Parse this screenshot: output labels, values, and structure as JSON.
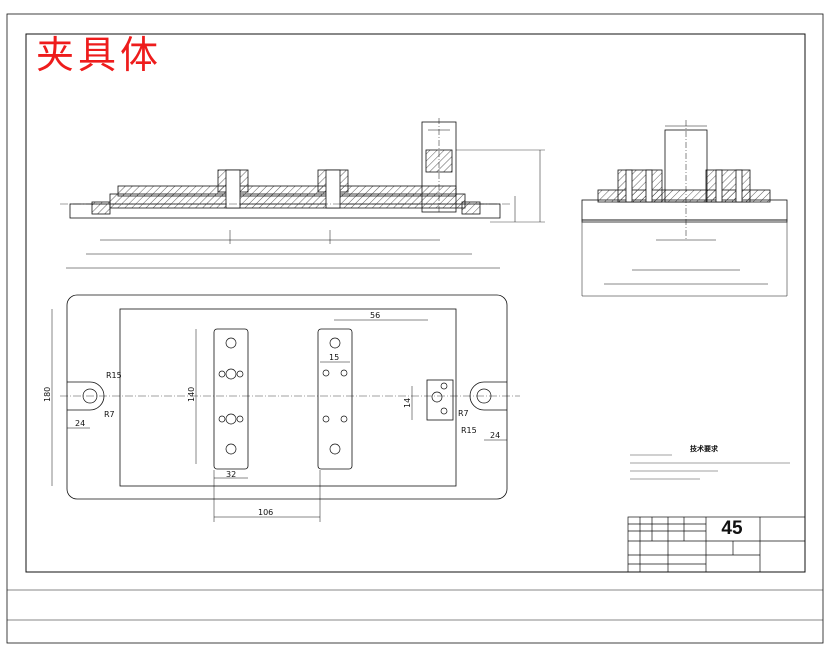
{
  "drawing": {
    "title": "夹具体",
    "material": "45",
    "tech_requirements_title": "技术要求",
    "colors": {
      "title": "#ee1c1c",
      "lines": "#111111",
      "hatch": "#333333"
    },
    "dimensions": {
      "plan_56": "56",
      "plan_15": "15",
      "plan_14": "14",
      "plan_32": "32",
      "plan_106": "106",
      "plan_180": "180",
      "plan_140": "140",
      "plan_24_left": "24",
      "plan_24_right": "24",
      "plan_r15_left": "R15",
      "plan_r7_left": "R7",
      "plan_r15_right": "R15",
      "plan_r7_right": "R7"
    }
  }
}
